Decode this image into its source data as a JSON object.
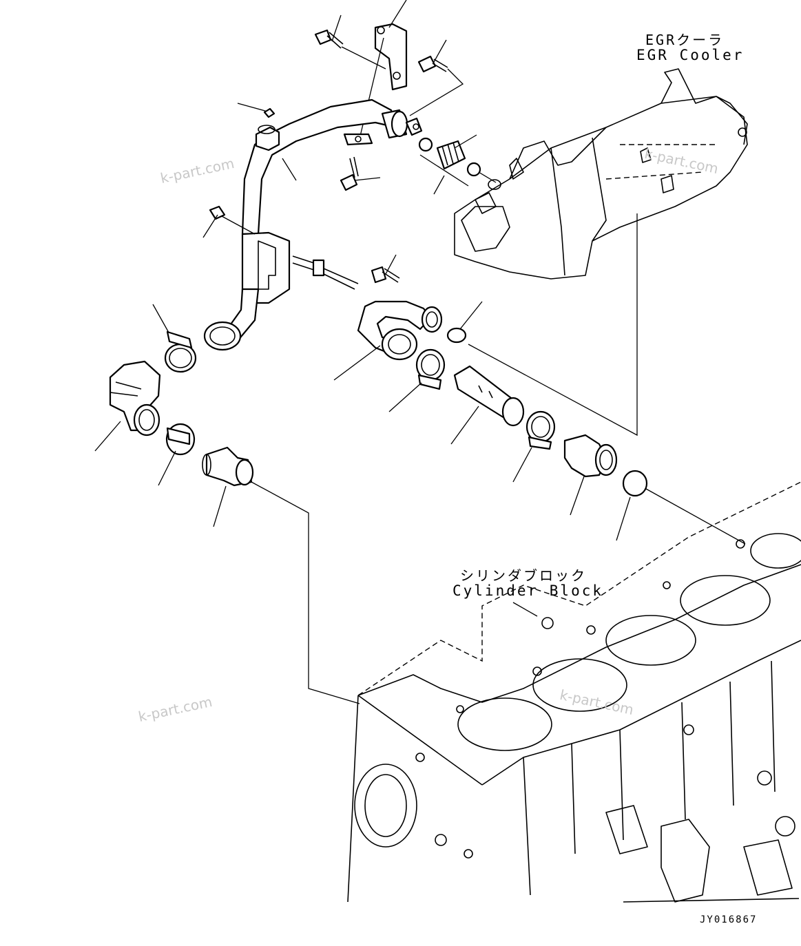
{
  "labels": {
    "egr_cooler_jp": "EGRクーラ",
    "egr_cooler_en": "EGR Cooler",
    "cylinder_block_jp": "シリンダブロック",
    "cylinder_block_en": "Cylinder Block"
  },
  "watermarks": [
    "k-part.com",
    "k-part.com",
    "k-part.com",
    "k-part.com"
  ],
  "drawing_code": "JY016867"
}
